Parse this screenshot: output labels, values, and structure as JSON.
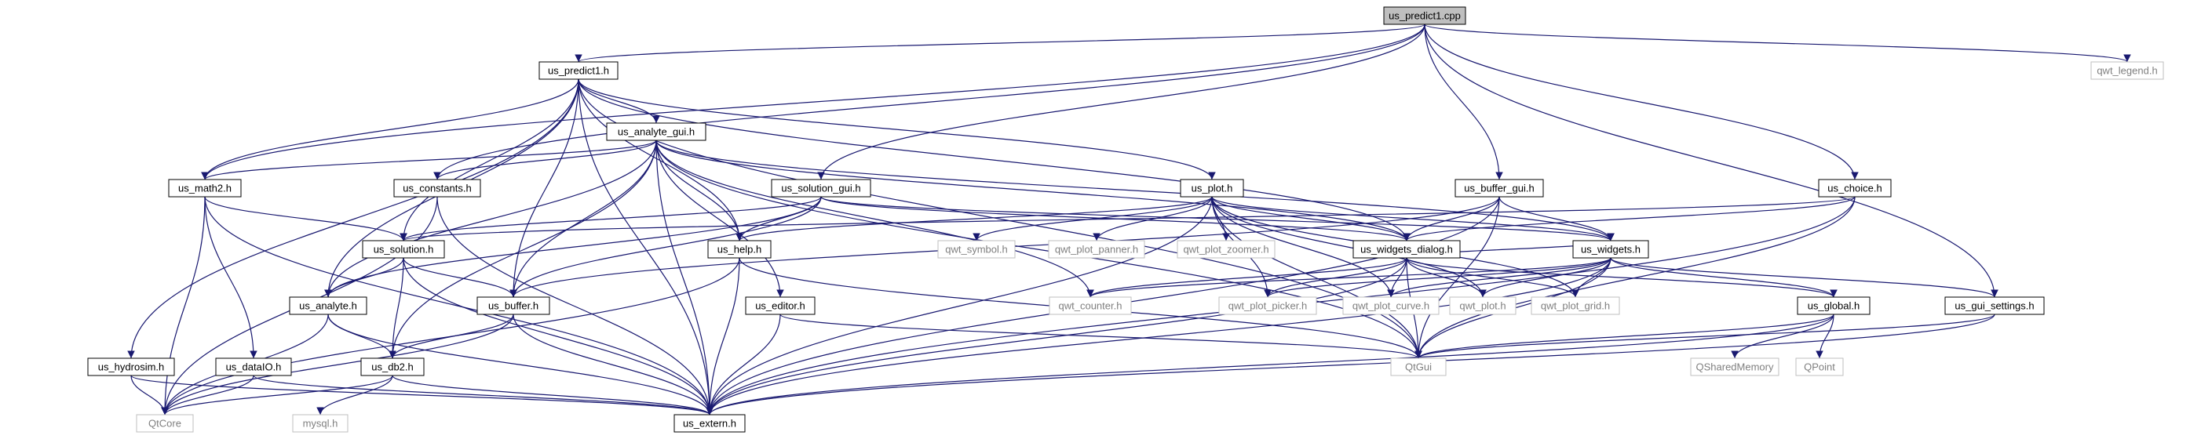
{
  "colors": {
    "root_fill": "#bfbfbf",
    "node_fill": "#ffffff",
    "node_stroke": "#000000",
    "external_stroke": "#bfbfbf",
    "external_text": "#7f7f7f",
    "text": "#000000",
    "edge": "#191970"
  },
  "nodes": [
    {
      "id": "us_predict1_cpp",
      "label": "us_predict1.cpp",
      "kind": "root"
    },
    {
      "id": "us_predict1_h",
      "label": "us_predict1.h",
      "kind": "file"
    },
    {
      "id": "qwt_legend_h",
      "label": "qwt_legend.h",
      "kind": "external"
    },
    {
      "id": "us_analyte_gui_h",
      "label": "us_analyte_gui.h",
      "kind": "file"
    },
    {
      "id": "us_math2_h",
      "label": "us_math2.h",
      "kind": "file"
    },
    {
      "id": "us_constants_h",
      "label": "us_constants.h",
      "kind": "file"
    },
    {
      "id": "us_solution_gui_h",
      "label": "us_solution_gui.h",
      "kind": "file"
    },
    {
      "id": "us_plot_h",
      "label": "us_plot.h",
      "kind": "file"
    },
    {
      "id": "us_buffer_gui_h",
      "label": "us_buffer_gui.h",
      "kind": "file"
    },
    {
      "id": "us_choice_h",
      "label": "us_choice.h",
      "kind": "file"
    },
    {
      "id": "us_solution_h",
      "label": "us_solution.h",
      "kind": "file"
    },
    {
      "id": "us_help_h",
      "label": "us_help.h",
      "kind": "file"
    },
    {
      "id": "qwt_symbol_h",
      "label": "qwt_symbol.h",
      "kind": "external"
    },
    {
      "id": "qwt_plot_panner_h",
      "label": "qwt_plot_panner.h",
      "kind": "external"
    },
    {
      "id": "qwt_plot_zoomer_h",
      "label": "qwt_plot_zoomer.h",
      "kind": "external"
    },
    {
      "id": "us_widgets_dialog_h",
      "label": "us_widgets_dialog.h",
      "kind": "file"
    },
    {
      "id": "us_widgets_h",
      "label": "us_widgets.h",
      "kind": "file"
    },
    {
      "id": "us_analyte_h",
      "label": "us_analyte.h",
      "kind": "file"
    },
    {
      "id": "us_buffer_h",
      "label": "us_buffer.h",
      "kind": "file"
    },
    {
      "id": "qwt_counter_h",
      "label": "qwt_counter.h",
      "kind": "external"
    },
    {
      "id": "qwt_plot_picker_h",
      "label": "qwt_plot_picker.h",
      "kind": "external"
    },
    {
      "id": "qwt_plot_curve_h",
      "label": "qwt_plot_curve.h",
      "kind": "external"
    },
    {
      "id": "qwt_plot_h",
      "label": "qwt_plot.h",
      "kind": "external"
    },
    {
      "id": "qwt_plot_grid_h",
      "label": "qwt_plot_grid.h",
      "kind": "external"
    },
    {
      "id": "us_global_h",
      "label": "us_global.h",
      "kind": "file"
    },
    {
      "id": "us_gui_settings_h",
      "label": "us_gui_settings.h",
      "kind": "file"
    },
    {
      "id": "us_editor_h",
      "label": "us_editor.h",
      "kind": "file"
    },
    {
      "id": "us_hydrosim_h",
      "label": "us_hydrosim.h",
      "kind": "file"
    },
    {
      "id": "us_dataIO_h",
      "label": "us_dataIO.h",
      "kind": "file"
    },
    {
      "id": "us_db2_h",
      "label": "us_db2.h",
      "kind": "file"
    },
    {
      "id": "QtGui",
      "label": "QtGui",
      "kind": "external"
    },
    {
      "id": "QSharedMemory",
      "label": "QSharedMemory",
      "kind": "external"
    },
    {
      "id": "QPoint",
      "label": "QPoint",
      "kind": "external"
    },
    {
      "id": "QtCore",
      "label": "QtCore",
      "kind": "external"
    },
    {
      "id": "mysql_h",
      "label": "mysql.h",
      "kind": "external"
    },
    {
      "id": "us_extern_h",
      "label": "us_extern.h",
      "kind": "file"
    }
  ],
  "edges": [
    [
      "us_predict1_cpp",
      "us_predict1_h"
    ],
    [
      "us_predict1_cpp",
      "qwt_legend_h"
    ],
    [
      "us_predict1_cpp",
      "us_math2_h"
    ],
    [
      "us_predict1_cpp",
      "us_constants_h"
    ],
    [
      "us_predict1_cpp",
      "us_solution_gui_h"
    ],
    [
      "us_predict1_cpp",
      "us_buffer_gui_h"
    ],
    [
      "us_predict1_cpp",
      "us_choice_h"
    ],
    [
      "us_predict1_cpp",
      "us_gui_settings_h"
    ],
    [
      "us_predict1_h",
      "us_analyte_gui_h"
    ],
    [
      "us_predict1_h",
      "us_math2_h"
    ],
    [
      "us_predict1_h",
      "us_solution_h"
    ],
    [
      "us_predict1_h",
      "us_help_h"
    ],
    [
      "us_predict1_h",
      "us_plot_h"
    ],
    [
      "us_predict1_h",
      "us_widgets_dialog_h"
    ],
    [
      "us_predict1_h",
      "us_hydrosim_h"
    ],
    [
      "us_predict1_h",
      "us_analyte_h"
    ],
    [
      "us_predict1_h",
      "us_buffer_h"
    ],
    [
      "us_predict1_h",
      "us_extern_h"
    ],
    [
      "us_predict1_h",
      "QtGui"
    ],
    [
      "us_analyte_gui_h",
      "us_math2_h"
    ],
    [
      "us_analyte_gui_h",
      "us_constants_h"
    ],
    [
      "us_analyte_gui_h",
      "us_help_h"
    ],
    [
      "us_analyte_gui_h",
      "us_editor_h"
    ],
    [
      "us_analyte_gui_h",
      "us_widgets_dialog_h"
    ],
    [
      "us_analyte_gui_h",
      "us_widgets_h"
    ],
    [
      "us_analyte_gui_h",
      "us_analyte_h"
    ],
    [
      "us_analyte_gui_h",
      "us_db2_h"
    ],
    [
      "us_analyte_gui_h",
      "us_buffer_h"
    ],
    [
      "us_analyte_gui_h",
      "qwt_counter_h"
    ],
    [
      "us_analyte_gui_h",
      "QtGui"
    ],
    [
      "us_analyte_gui_h",
      "us_extern_h"
    ],
    [
      "us_math2_h",
      "us_solution_h"
    ],
    [
      "us_math2_h",
      "us_dataIO_h"
    ],
    [
      "us_math2_h",
      "QtCore"
    ],
    [
      "us_math2_h",
      "us_extern_h"
    ],
    [
      "us_constants_h",
      "QtCore"
    ],
    [
      "us_constants_h",
      "us_extern_h"
    ],
    [
      "us_solution_gui_h",
      "us_solution_h"
    ],
    [
      "us_solution_gui_h",
      "us_help_h"
    ],
    [
      "us_solution_gui_h",
      "us_widgets_dialog_h"
    ],
    [
      "us_solution_gui_h",
      "us_widgets_h"
    ],
    [
      "us_solution_gui_h",
      "us_analyte_h"
    ],
    [
      "us_solution_gui_h",
      "us_buffer_h"
    ],
    [
      "us_plot_h",
      "qwt_symbol_h"
    ],
    [
      "us_plot_h",
      "qwt_plot_panner_h"
    ],
    [
      "us_plot_h",
      "qwt_plot_zoomer_h"
    ],
    [
      "us_plot_h",
      "us_widgets_dialog_h"
    ],
    [
      "us_plot_h",
      "us_widgets_h"
    ],
    [
      "us_plot_h",
      "us_help_h"
    ],
    [
      "us_plot_h",
      "qwt_plot_picker_h"
    ],
    [
      "us_plot_h",
      "qwt_plot_curve_h"
    ],
    [
      "us_plot_h",
      "qwt_plot_h"
    ],
    [
      "us_plot_h",
      "qwt_plot_grid_h"
    ],
    [
      "us_plot_h",
      "QtGui"
    ],
    [
      "us_plot_h",
      "us_extern_h"
    ],
    [
      "us_buffer_gui_h",
      "us_widgets_dialog_h"
    ],
    [
      "us_buffer_gui_h",
      "us_widgets_h"
    ],
    [
      "us_buffer_gui_h",
      "us_buffer_h"
    ],
    [
      "us_buffer_gui_h",
      "QtGui"
    ],
    [
      "us_buffer_gui_h",
      "us_extern_h"
    ],
    [
      "us_choice_h",
      "us_widgets_dialog_h"
    ],
    [
      "us_choice_h",
      "us_solution_h"
    ],
    [
      "us_choice_h",
      "QtGui"
    ],
    [
      "us_choice_h",
      "us_extern_h"
    ],
    [
      "us_solution_h",
      "us_analyte_h"
    ],
    [
      "us_solution_h",
      "us_buffer_h"
    ],
    [
      "us_solution_h",
      "us_db2_h"
    ],
    [
      "us_solution_h",
      "us_extern_h"
    ],
    [
      "us_help_h",
      "QtCore"
    ],
    [
      "us_help_h",
      "QtGui"
    ],
    [
      "us_help_h",
      "us_extern_h"
    ],
    [
      "us_widgets_dialog_h",
      "us_widgets_h"
    ],
    [
      "us_widgets_dialog_h",
      "qwt_counter_h"
    ],
    [
      "us_widgets_dialog_h",
      "qwt_plot_picker_h"
    ],
    [
      "us_widgets_dialog_h",
      "qwt_plot_curve_h"
    ],
    [
      "us_widgets_dialog_h",
      "qwt_plot_h"
    ],
    [
      "us_widgets_dialog_h",
      "qwt_plot_grid_h"
    ],
    [
      "us_widgets_dialog_h",
      "us_global_h"
    ],
    [
      "us_widgets_dialog_h",
      "QtGui"
    ],
    [
      "us_widgets_dialog_h",
      "us_extern_h"
    ],
    [
      "us_widgets_h",
      "qwt_counter_h"
    ],
    [
      "us_widgets_h",
      "qwt_plot_picker_h"
    ],
    [
      "us_widgets_h",
      "qwt_plot_curve_h"
    ],
    [
      "us_widgets_h",
      "qwt_plot_h"
    ],
    [
      "us_widgets_h",
      "qwt_plot_grid_h"
    ],
    [
      "us_widgets_h",
      "us_global_h"
    ],
    [
      "us_widgets_h",
      "us_gui_settings_h"
    ],
    [
      "us_widgets_h",
      "QtGui"
    ],
    [
      "us_widgets_h",
      "us_extern_h"
    ],
    [
      "us_analyte_h",
      "us_db2_h"
    ],
    [
      "us_analyte_h",
      "QtCore"
    ],
    [
      "us_analyte_h",
      "us_extern_h"
    ],
    [
      "us_buffer_h",
      "us_db2_h"
    ],
    [
      "us_buffer_h",
      "QtCore"
    ],
    [
      "us_buffer_h",
      "us_extern_h"
    ],
    [
      "us_global_h",
      "QSharedMemory"
    ],
    [
      "us_global_h",
      "QPoint"
    ],
    [
      "us_global_h",
      "QtGui"
    ],
    [
      "us_global_h",
      "us_extern_h"
    ],
    [
      "us_gui_settings_h",
      "QtGui"
    ],
    [
      "us_gui_settings_h",
      "us_extern_h"
    ],
    [
      "us_editor_h",
      "QtGui"
    ],
    [
      "us_editor_h",
      "us_extern_h"
    ],
    [
      "us_hydrosim_h",
      "QtCore"
    ],
    [
      "us_hydrosim_h",
      "us_extern_h"
    ],
    [
      "us_dataIO_h",
      "QtCore"
    ],
    [
      "us_dataIO_h",
      "us_extern_h"
    ],
    [
      "us_db2_h",
      "mysql_h"
    ],
    [
      "us_db2_h",
      "QtCore"
    ],
    [
      "us_db2_h",
      "us_extern_h"
    ]
  ]
}
